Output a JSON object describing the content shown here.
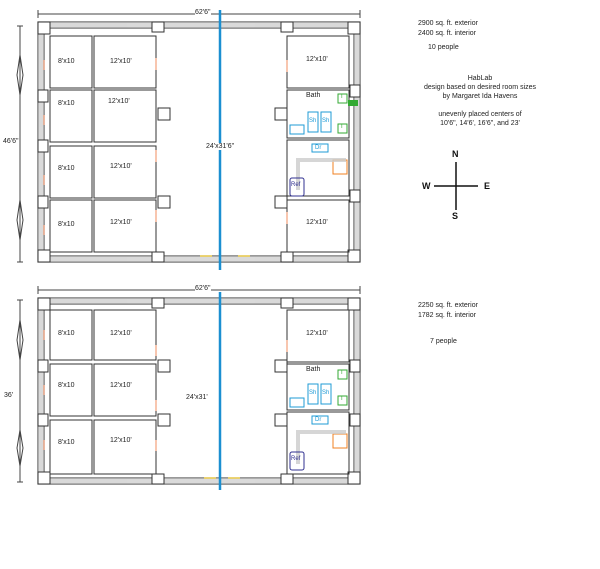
{
  "top_plan": {
    "width_dim": "62'6\"",
    "height_dim": "46'6\"",
    "rooms_left": [
      "8'x10",
      "8'x10",
      "8'x10",
      "8'x10"
    ],
    "rooms_mid": [
      "12'x10'",
      "12'x10'",
      "12'x10'",
      "12'x10'"
    ],
    "great_room": "24'x31'6\"",
    "room_ne": "12'x10'",
    "room_se": "12'x10'",
    "bath": "Bath",
    "ref": "Ref",
    "fixture_t": "T",
    "fixture_sh": "Sh",
    "fixture_dr": "Dr",
    "stats": [
      "2900 sq. ft. exterior",
      "2400 sq. ft. interior"
    ],
    "people": "10 people"
  },
  "bottom_plan": {
    "width_dim": "62'6\"",
    "height_dim": "36'",
    "rooms_left": [
      "8'x10",
      "8'x10",
      "8'x10"
    ],
    "rooms_mid": [
      "12'x10'",
      "12'x10'",
      "12'x10'"
    ],
    "great_room": "24'x31'",
    "room_ne": "12'x10'",
    "bath": "Bath",
    "ref": "Ref",
    "stats": [
      "2250 sq. ft. exterior",
      "1782 sq. ft. interior"
    ],
    "people": "7 people"
  },
  "notes": {
    "title": "HabLab",
    "line1": "design based on desired room sizes",
    "line2": "by Margaret Ida Havens",
    "line3": "unevenly placed centers of",
    "line4": "10'6\", 14'6', 16'6\", and 23'"
  },
  "compass": {
    "n": "N",
    "s": "S",
    "e": "E",
    "w": "W"
  },
  "colors": {
    "wall": "#888888",
    "line": "#222222",
    "blue_line": "#1b8fd1",
    "door": "#f2a07a",
    "yellow": "#f0d050",
    "green": "#33aa33",
    "cyan": "#1f9bd6",
    "orange": "#f08020",
    "navy": "#303090"
  }
}
